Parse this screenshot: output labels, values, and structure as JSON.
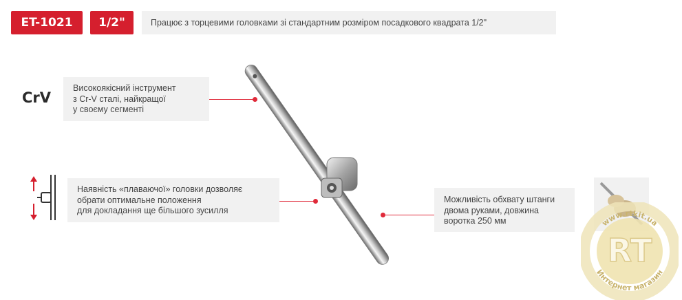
{
  "header": {
    "code": "ET-1021",
    "size": "1/2\"",
    "description": "Працює з торцевими головками зі стандартним розміром посадкового квадрата 1/2\""
  },
  "features": {
    "material_tag": "CrV",
    "quality_text": [
      "Високоякісний інструмент",
      "з Cr-V сталі, найкращої",
      "у своєму сегменті"
    ],
    "floating_head_text": [
      "Наявність «плаваючої» головки дозволяє",
      "обрати оптимальне положення",
      "для докладання ще більшого зусилля"
    ],
    "grip_text": [
      "Можливість обхвату штанги",
      "двома руками, довжина",
      "воротка 250 мм"
    ]
  },
  "watermark": {
    "letters": "RT",
    "ring_top": "www.rtkit.ua",
    "ring_bottom": "Интернет магазин"
  },
  "colors": {
    "accent": "#d51f2e",
    "panel": "#f1f1f1",
    "watermark": "#e8d89a"
  },
  "icons": [
    "up-down-arrows-icon",
    "sliding-head-icon",
    "hand-grip-photo"
  ]
}
